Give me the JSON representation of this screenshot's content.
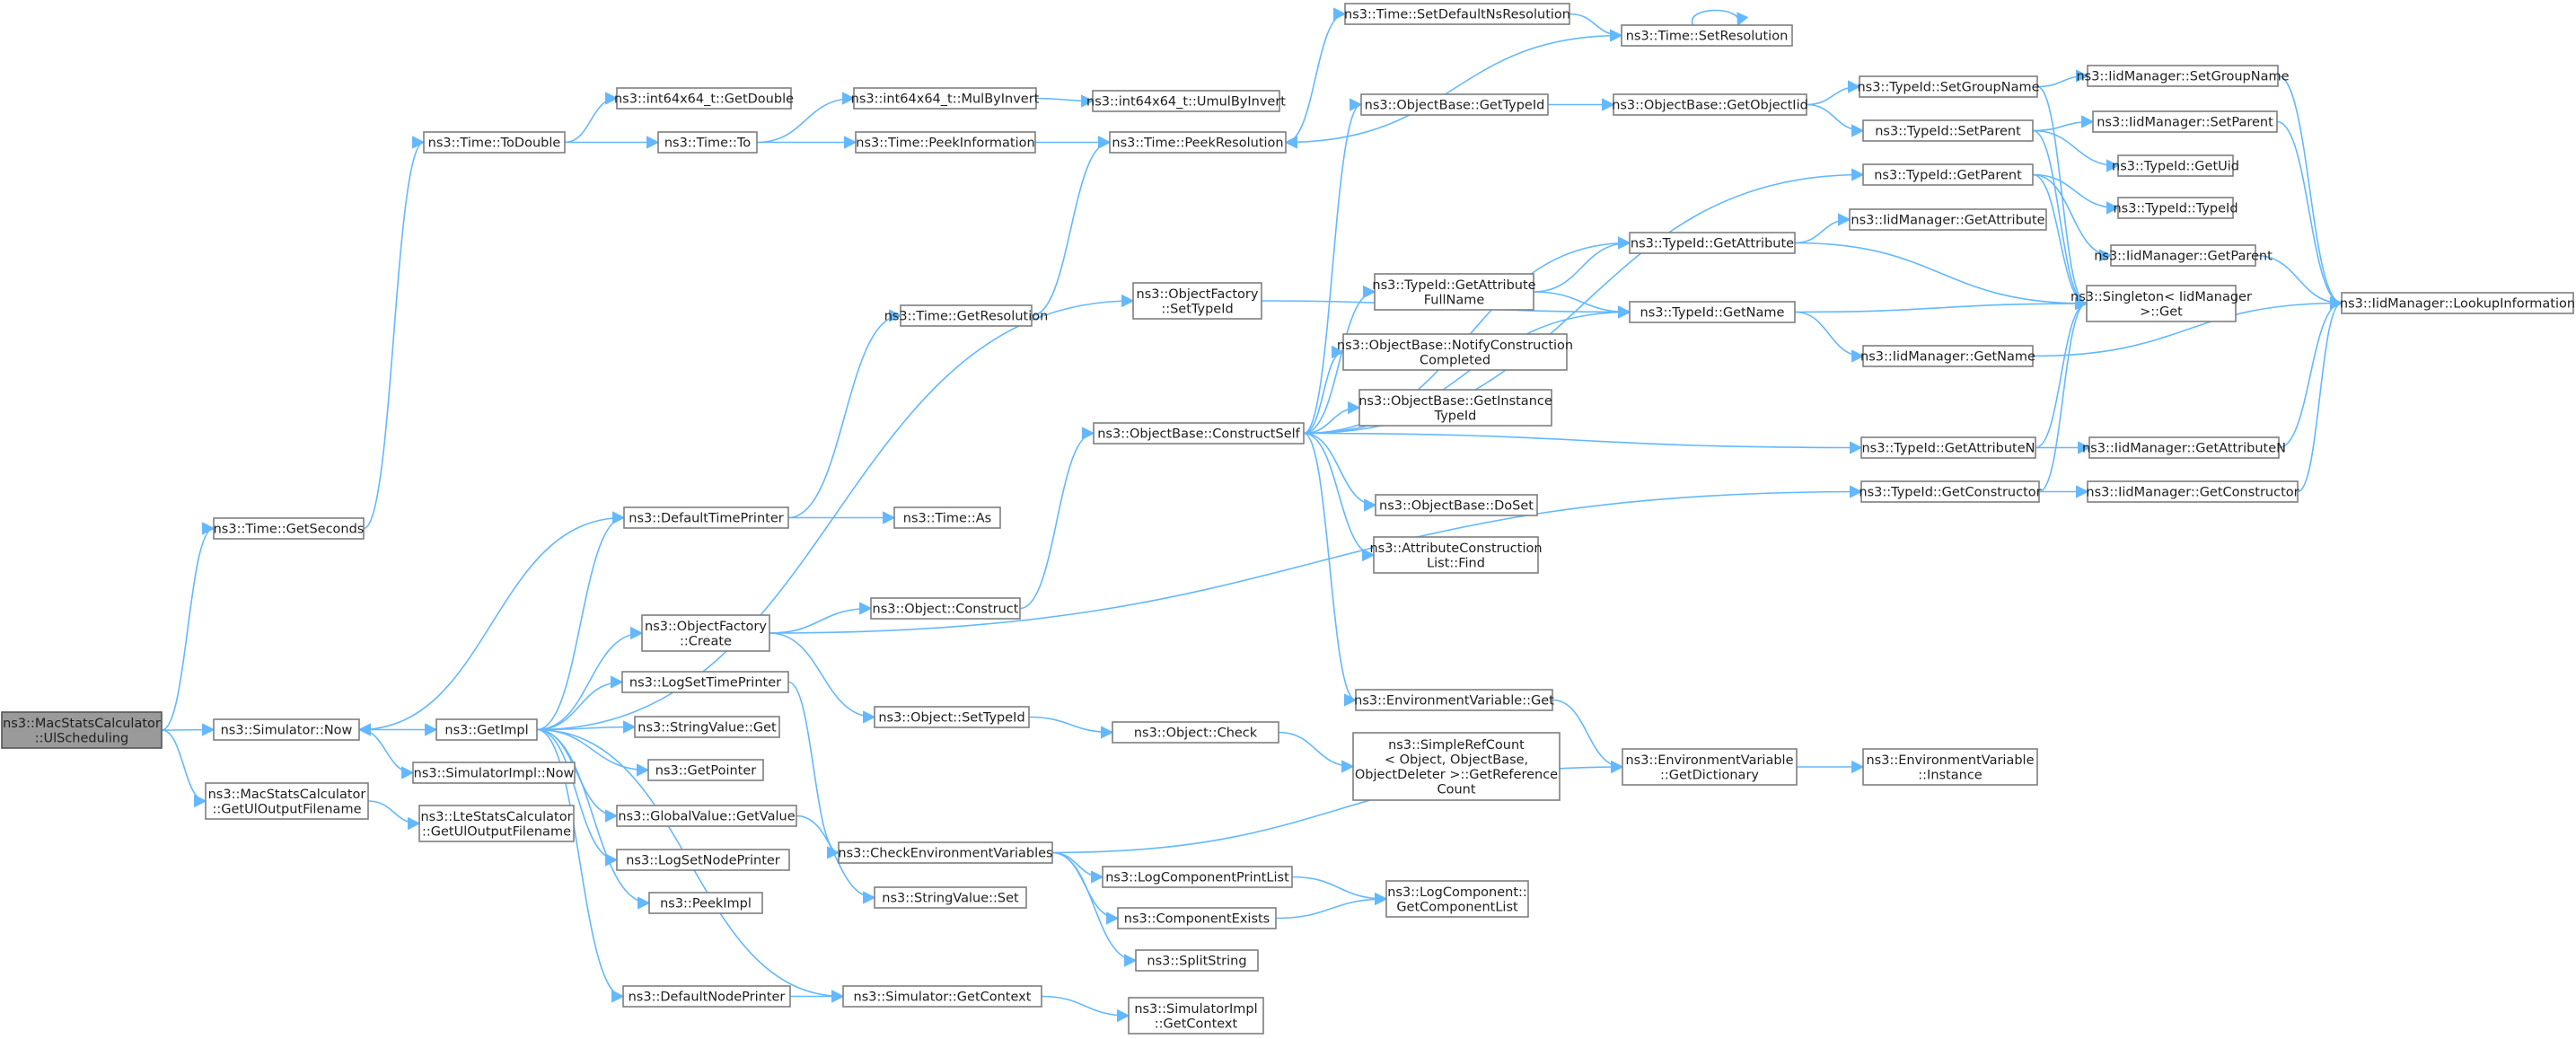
{
  "title": "",
  "colors": {
    "edge": "#63b8ff",
    "node_border": "#7f7f7f",
    "root_fill": "#9a9a9a",
    "node_fill": "#ffffff",
    "text": "#1f1f1f"
  },
  "nodes": {
    "root": {
      "lines": [
        "ns3::MacStatsCalculator",
        "::UlScheduling"
      ]
    },
    "timeGetSeconds": {
      "lines": [
        "ns3::Time::GetSeconds"
      ]
    },
    "simNow": {
      "lines": [
        "ns3::Simulator::Now"
      ]
    },
    "getUlOutput": {
      "lines": [
        "ns3::MacStatsCalculator",
        "::GetUlOutputFilename"
      ]
    },
    "lteGetUlOutput": {
      "lines": [
        "ns3::LteStatsCalculator",
        "::GetUlOutputFilename"
      ]
    },
    "getImpl": {
      "lines": [
        "ns3::GetImpl"
      ]
    },
    "simImplNow": {
      "lines": [
        "ns3::SimulatorImpl::Now"
      ]
    },
    "timeToDouble": {
      "lines": [
        "ns3::Time::ToDouble"
      ]
    },
    "int64GetDouble": {
      "lines": [
        "ns3::int64x64_t::GetDouble"
      ]
    },
    "timeTo": {
      "lines": [
        "ns3::Time::To"
      ]
    },
    "mulByInvert": {
      "lines": [
        "ns3::int64x64_t::MulByInvert"
      ]
    },
    "umulByInvert": {
      "lines": [
        "ns3::int64x64_t::UmulByInvert"
      ]
    },
    "peekInformation": {
      "lines": [
        "ns3::Time::PeekInformation"
      ]
    },
    "peekResolution": {
      "lines": [
        "ns3::Time::PeekResolution"
      ]
    },
    "setDefaultNsRes": {
      "lines": [
        "ns3::Time::SetDefaultNsResolution"
      ]
    },
    "setResolution": {
      "lines": [
        "ns3::Time::SetResolution"
      ]
    },
    "getResolution": {
      "lines": [
        "ns3::Time::GetResolution"
      ]
    },
    "defaultTimePrinter": {
      "lines": [
        "ns3::DefaultTimePrinter"
      ]
    },
    "timeAs": {
      "lines": [
        "ns3::Time::As"
      ]
    },
    "objFactoryCreate": {
      "lines": [
        "ns3::ObjectFactory",
        "::Create"
      ]
    },
    "logSetTimePrinter": {
      "lines": [
        "ns3::LogSetTimePrinter"
      ]
    },
    "stringValueGet": {
      "lines": [
        "ns3::StringValue::Get"
      ]
    },
    "getPointer": {
      "lines": [
        "ns3::GetPointer"
      ]
    },
    "globalValueGetValue": {
      "lines": [
        "ns3::GlobalValue::GetValue"
      ]
    },
    "logSetNodePrinter": {
      "lines": [
        "ns3::LogSetNodePrinter"
      ]
    },
    "peekImpl": {
      "lines": [
        "ns3::PeekImpl"
      ]
    },
    "defaultNodePrinter": {
      "lines": [
        "ns3::DefaultNodePrinter"
      ]
    },
    "objFactorySetTypeId": {
      "lines": [
        "ns3::ObjectFactory",
        "::SetTypeId"
      ]
    },
    "objBaseConstructSelf": {
      "lines": [
        "ns3::ObjectBase::ConstructSelf"
      ]
    },
    "objectConstruct": {
      "lines": [
        "ns3::Object::Construct"
      ]
    },
    "objectSetTypeId": {
      "lines": [
        "ns3::Object::SetTypeId"
      ]
    },
    "objectCheck": {
      "lines": [
        "ns3::Object::Check"
      ]
    },
    "checkEnvVars": {
      "lines": [
        "ns3::CheckEnvironmentVariables"
      ]
    },
    "stringValueSet": {
      "lines": [
        "ns3::StringValue::Set"
      ]
    },
    "simGetContext": {
      "lines": [
        "ns3::Simulator::GetContext"
      ]
    },
    "simImplGetContext": {
      "lines": [
        "ns3::SimulatorImpl",
        "::GetContext"
      ]
    },
    "logCompPrintList": {
      "lines": [
        "ns3::LogComponentPrintList"
      ]
    },
    "componentExists": {
      "lines": [
        "ns3::ComponentExists"
      ]
    },
    "splitString": {
      "lines": [
        "ns3::SplitString"
      ]
    },
    "logCompGetList": {
      "lines": [
        "ns3::LogComponent::",
        "GetComponentList"
      ]
    },
    "simpleRefCount": {
      "lines": [
        "ns3::SimpleRefCount",
        "< Object, ObjectBase,",
        "ObjectDeleter >::GetReference",
        "Count"
      ]
    },
    "envVarGet": {
      "lines": [
        "ns3::EnvironmentVariable::Get"
      ]
    },
    "envVarGetDict": {
      "lines": [
        "ns3::EnvironmentVariable",
        "::GetDictionary"
      ]
    },
    "envVarInstance": {
      "lines": [
        "ns3::EnvironmentVariable",
        "::Instance"
      ]
    },
    "objBaseGetTypeId": {
      "lines": [
        "ns3::ObjectBase::GetTypeId"
      ]
    },
    "objBaseGetObjectIid": {
      "lines": [
        "ns3::ObjectBase::GetObjectIid"
      ]
    },
    "typeIdGetAttrFullName": {
      "lines": [
        "ns3::TypeId::GetAttribute",
        "FullName"
      ]
    },
    "objBaseNotifyConstruction": {
      "lines": [
        "ns3::ObjectBase::NotifyConstruction",
        "Completed"
      ]
    },
    "objBaseGetInstanceTypeId": {
      "lines": [
        "ns3::ObjectBase::GetInstance",
        "TypeId"
      ]
    },
    "objBaseDoSet": {
      "lines": [
        "ns3::ObjectBase::DoSet"
      ]
    },
    "attrConstructionListFind": {
      "lines": [
        "ns3::AttributeConstruction",
        "List::Find"
      ]
    },
    "typeIdGetAttribute": {
      "lines": [
        "ns3::TypeId::GetAttribute"
      ]
    },
    "typeIdGetName": {
      "lines": [
        "ns3::TypeId::GetName"
      ]
    },
    "typeIdSetGroupName": {
      "lines": [
        "ns3::TypeId::SetGroupName"
      ]
    },
    "typeIdSetParent": {
      "lines": [
        "ns3::TypeId::SetParent"
      ]
    },
    "typeIdGetParent": {
      "lines": [
        "ns3::TypeId::GetParent"
      ]
    },
    "iidGetAttribute": {
      "lines": [
        "ns3::IidManager::GetAttribute"
      ]
    },
    "iidGetName": {
      "lines": [
        "ns3::IidManager::GetName"
      ]
    },
    "typeIdGetAttributeN": {
      "lines": [
        "ns3::TypeId::GetAttributeN"
      ]
    },
    "typeIdGetConstructor": {
      "lines": [
        "ns3::TypeId::GetConstructor"
      ]
    },
    "singletonGet": {
      "lines": [
        "ns3::Singleton< IidManager",
        ">::Get"
      ]
    },
    "typeIdGetUid": {
      "lines": [
        "ns3::TypeId::GetUid"
      ]
    },
    "typeIdTypeId": {
      "lines": [
        "ns3::TypeId::TypeId"
      ]
    },
    "iidGetParent": {
      "lines": [
        "ns3::IidManager::GetParent"
      ]
    },
    "iidSetGroupName": {
      "lines": [
        "ns3::IidManager::SetGroupName"
      ]
    },
    "iidSetParent": {
      "lines": [
        "ns3::IidManager::SetParent"
      ]
    },
    "iidLookupInformation": {
      "lines": [
        "ns3::IidManager::LookupInformation"
      ]
    },
    "iidGetAttributeN": {
      "lines": [
        "ns3::IidManager::GetAttributeN"
      ]
    },
    "iidGetConstructor": {
      "lines": [
        "ns3::IidManager::GetConstructor"
      ]
    }
  },
  "edges": [
    [
      "root",
      "timeGetSeconds"
    ],
    [
      "root",
      "simNow"
    ],
    [
      "root",
      "getUlOutput"
    ],
    [
      "getUlOutput",
      "lteGetUlOutput"
    ],
    [
      "timeGetSeconds",
      "timeToDouble"
    ],
    [
      "simNow",
      "getImpl"
    ],
    [
      "simNow",
      "simImplNow"
    ],
    [
      "timeToDouble",
      "int64GetDouble"
    ],
    [
      "timeToDouble",
      "timeTo"
    ],
    [
      "timeTo",
      "mulByInvert"
    ],
    [
      "timeTo",
      "peekInformation"
    ],
    [
      "mulByInvert",
      "umulByInvert"
    ],
    [
      "peekInformation",
      "peekResolution"
    ],
    [
      "peekResolution",
      "setDefaultNsRes"
    ],
    [
      "setDefaultNsRes",
      "setResolution"
    ],
    [
      "setResolution",
      "setResolution"
    ],
    [
      "setResolution",
      "peekResolution"
    ],
    [
      "getResolution",
      "peekResolution"
    ],
    [
      "defaultTimePrinter",
      "getResolution"
    ],
    [
      "defaultTimePrinter",
      "timeAs"
    ],
    [
      "defaultTimePrinter",
      "simNow"
    ],
    [
      "getImpl",
      "defaultTimePrinter"
    ],
    [
      "getImpl",
      "objFactorySetTypeId"
    ],
    [
      "getImpl",
      "objFactoryCreate"
    ],
    [
      "getImpl",
      "logSetTimePrinter"
    ],
    [
      "getImpl",
      "stringValueGet"
    ],
    [
      "getImpl",
      "getPointer"
    ],
    [
      "getImpl",
      "globalValueGetValue"
    ],
    [
      "getImpl",
      "logSetNodePrinter"
    ],
    [
      "getImpl",
      "peekImpl"
    ],
    [
      "getImpl",
      "defaultNodePrinter"
    ],
    [
      "getImpl",
      "simGetContext"
    ],
    [
      "objFactorySetTypeId",
      "typeIdGetName"
    ],
    [
      "objFactoryCreate",
      "objectConstruct"
    ],
    [
      "objFactoryCreate",
      "objectSetTypeId"
    ],
    [
      "objFactoryCreate",
      "typeIdGetConstructor"
    ],
    [
      "objectConstruct",
      "objBaseConstructSelf"
    ],
    [
      "objectSetTypeId",
      "objectCheck"
    ],
    [
      "objectCheck",
      "simpleRefCount"
    ],
    [
      "logSetTimePrinter",
      "checkEnvVars"
    ],
    [
      "globalValueGetValue",
      "stringValueSet"
    ],
    [
      "defaultNodePrinter",
      "simGetContext"
    ],
    [
      "simGetContext",
      "simImplGetContext"
    ],
    [
      "checkEnvVars",
      "logCompPrintList"
    ],
    [
      "checkEnvVars",
      "componentExists"
    ],
    [
      "checkEnvVars",
      "splitString"
    ],
    [
      "checkEnvVars",
      "envVarGetDict"
    ],
    [
      "logCompPrintList",
      "logCompGetList"
    ],
    [
      "componentExists",
      "logCompGetList"
    ],
    [
      "objBaseConstructSelf",
      "objBaseGetTypeId"
    ],
    [
      "objBaseConstructSelf",
      "typeIdGetAttrFullName"
    ],
    [
      "objBaseConstructSelf",
      "objBaseNotifyConstruction"
    ],
    [
      "objBaseConstructSelf",
      "objBaseGetInstanceTypeId"
    ],
    [
      "objBaseConstructSelf",
      "objBaseDoSet"
    ],
    [
      "objBaseConstructSelf",
      "attrConstructionListFind"
    ],
    [
      "objBaseConstructSelf",
      "envVarGet"
    ],
    [
      "objBaseConstructSelf",
      "typeIdGetAttribute"
    ],
    [
      "objBaseConstructSelf",
      "typeIdGetName"
    ],
    [
      "objBaseConstructSelf",
      "typeIdGetParent"
    ],
    [
      "objBaseConstructSelf",
      "typeIdGetAttributeN"
    ],
    [
      "envVarGet",
      "envVarGetDict"
    ],
    [
      "envVarGetDict",
      "envVarInstance"
    ],
    [
      "objBaseGetTypeId",
      "objBaseGetObjectIid"
    ],
    [
      "objBaseGetObjectIid",
      "typeIdSetGroupName"
    ],
    [
      "objBaseGetObjectIid",
      "typeIdSetParent"
    ],
    [
      "typeIdGetAttrFullName",
      "typeIdGetAttribute"
    ],
    [
      "typeIdGetAttrFullName",
      "typeIdGetName"
    ],
    [
      "typeIdGetAttribute",
      "iidGetAttribute"
    ],
    [
      "typeIdGetAttribute",
      "singletonGet"
    ],
    [
      "typeIdGetName",
      "iidGetName"
    ],
    [
      "typeIdGetName",
      "singletonGet"
    ],
    [
      "typeIdSetGroupName",
      "iidSetGroupName"
    ],
    [
      "typeIdSetGroupName",
      "singletonGet"
    ],
    [
      "typeIdSetParent",
      "iidSetParent"
    ],
    [
      "typeIdSetParent",
      "typeIdGetUid"
    ],
    [
      "typeIdSetParent",
      "singletonGet"
    ],
    [
      "typeIdGetParent",
      "typeIdTypeId"
    ],
    [
      "typeIdGetParent",
      "iidGetParent"
    ],
    [
      "typeIdGetParent",
      "singletonGet"
    ],
    [
      "typeIdGetAttributeN",
      "iidGetAttributeN"
    ],
    [
      "typeIdGetAttributeN",
      "singletonGet"
    ],
    [
      "typeIdGetConstructor",
      "iidGetConstructor"
    ],
    [
      "typeIdGetConstructor",
      "singletonGet"
    ],
    [
      "iidGetName",
      "iidLookupInformation"
    ],
    [
      "iidSetGroupName",
      "iidLookupInformation"
    ],
    [
      "iidSetParent",
      "iidLookupInformation"
    ],
    [
      "iidGetParent",
      "iidLookupInformation"
    ],
    [
      "iidGetAttributeN",
      "iidLookupInformation"
    ],
    [
      "iidGetConstructor",
      "iidLookupInformation"
    ]
  ]
}
